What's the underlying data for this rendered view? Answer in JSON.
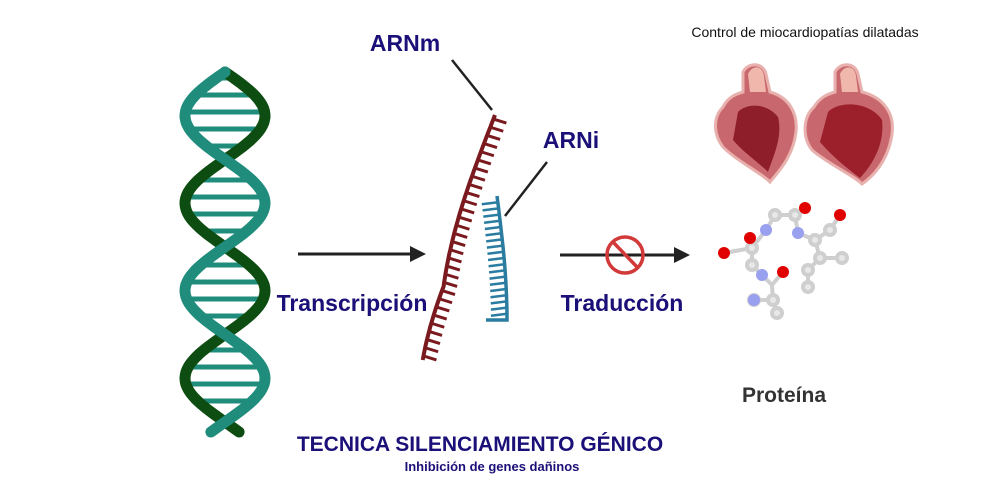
{
  "header": {
    "caption": "Control de miocardiopatías dilatadas"
  },
  "labels": {
    "mrna": "ARNm",
    "rnai": "ARNi",
    "transcription": "Transcripción",
    "translation": "Traducción",
    "protein": "Proteína"
  },
  "footer": {
    "title": "TECNICA SILENCIAMIENTO GÉNICO",
    "subtitle": "Inhibición de genes dañinos"
  },
  "icons": [
    "dna-helix-icon",
    "mrna-strand-icon",
    "rnai-strand-icon",
    "arrow-icon",
    "prohibited-icon",
    "heart-icon",
    "protein-molecule-icon"
  ],
  "colors": {
    "label": "#1b0f78",
    "dna_dark": "#0e4d12",
    "dna_teal": "#1f8c7c",
    "mrna": "#7a1a1f",
    "rnai": "#2a7ca0",
    "prohibit": "#d23a3a"
  }
}
